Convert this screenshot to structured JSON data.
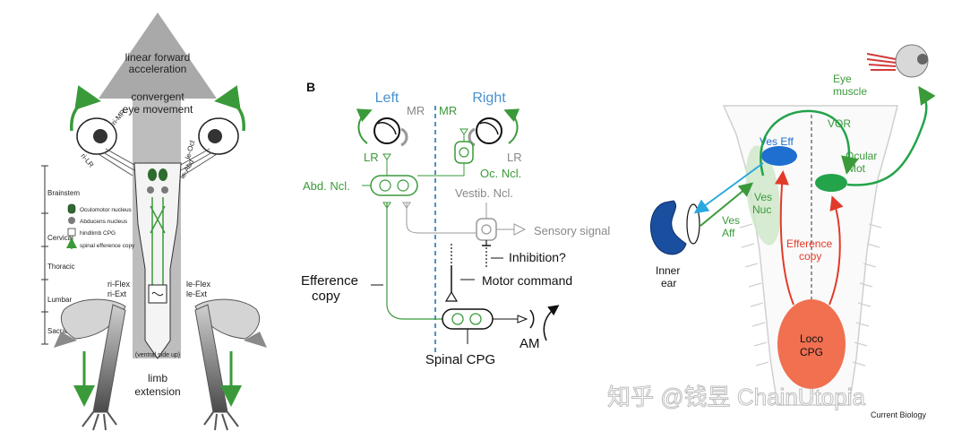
{
  "panel_a": {
    "arrow_top_1": "linear forward",
    "arrow_top_2": "acceleration",
    "conv_1": "convergent",
    "conv_2": "eye movement",
    "ri_mr": "ri-MR",
    "ri_lr": "ri-LR",
    "le_ocl": "le-Ocl",
    "le_abd": "le-Abd",
    "brainstem": "Brainstem",
    "cervical": "Cervical",
    "thoracic": "Thoracic",
    "lumbar": "Lumbar",
    "sacral": "Sacral",
    "legend_oculomotor": "Oculomotor nucleus",
    "legend_abducens": "Abducens nucleus",
    "legend_cpg": "hindlimb CPG",
    "legend_efference": "spinal efference copy",
    "ri_flex": "ri-Flex",
    "ri_ext": "ri-Ext",
    "le_flex": "le-Flex",
    "le_ext": "le-Ext",
    "ventral": "(ventral side up)",
    "limb_1": "limb",
    "limb_2": "extension"
  },
  "panel_b": {
    "label": "B",
    "left": "Left",
    "right": "Right",
    "mr_left": "MR",
    "mr_right": "MR",
    "lr_left": "LR",
    "lr_right": "LR",
    "abd_ncl": "Abd. Ncl.",
    "oc_ncl": "Oc. Ncl.",
    "vestib_ncl": "Vestib. Ncl.",
    "sensory": "Sensory signal",
    "inhibition": "Inhibition?",
    "motor_command": "Motor command",
    "efference_1": "Efference",
    "efference_2": "copy",
    "spinal_cpg": "Spinal CPG",
    "am": "AM"
  },
  "panel_c": {
    "eye_1": "Eye",
    "eye_2": "muscle",
    "vor": "VOR",
    "ves_eff": "Ves Eff",
    "ocular_1": "Ocular",
    "ocular_2": "Mot",
    "ves_nuc_1": "Ves",
    "ves_nuc_2": "Nuc",
    "ves_aff_1": "Ves",
    "ves_aff_2": "Aff",
    "inner_1": "Inner",
    "inner_2": "ear",
    "eff_copy_1": "Efference",
    "eff_copy_2": "copy",
    "loco_1": "Loco",
    "loco_2": "CPG",
    "source": "Current Biology"
  },
  "watermark": "知乎 @钱昱 ChainUtopia",
  "colors": {
    "green": "#3a9a3a",
    "blue": "#4a90d0",
    "red": "#e23a2a",
    "grey": "#9a9a9a"
  }
}
